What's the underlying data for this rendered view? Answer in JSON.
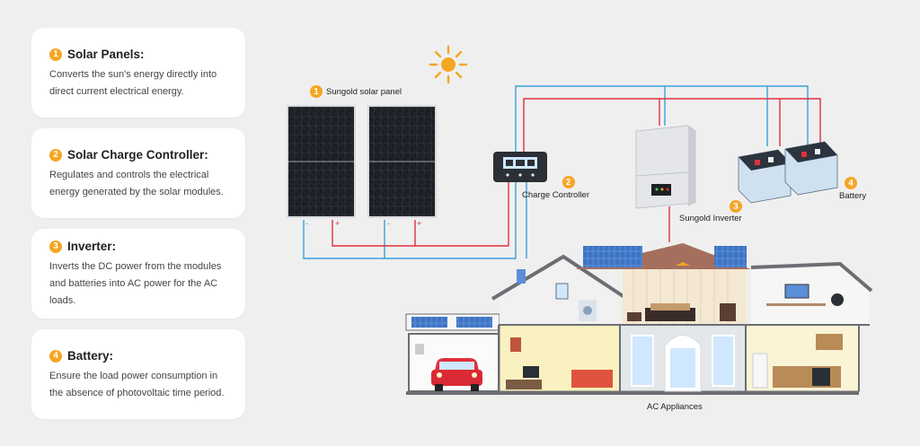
{
  "cards": [
    {
      "num": "1",
      "title": "Solar Panels:",
      "desc": "Converts the sun's energy directly into direct current electrical energy."
    },
    {
      "num": "2",
      "title": "Solar Charge Controller:",
      "desc": "Regulates and controls the electrical energy generated by the solar modules."
    },
    {
      "num": "3",
      "title": "Inverter:",
      "desc": " Inverts the DC power from the modules and batteries into AC power for the AC loads."
    },
    {
      "num": "4",
      "title": "Battery:",
      "desc": "Ensure the load power consumption in the absence of photovoltaic time period."
    }
  ],
  "diagram": {
    "panel_label": "Sungold solar panel",
    "panel_num": "1",
    "controller_label": "Charge Controller",
    "controller_num": "2",
    "inverter_label": "Sungold Inverter",
    "inverter_num": "3",
    "battery_label": "Battery",
    "battery_num": "4",
    "appliances_label": "AC Appliances",
    "plus_sign": "+",
    "minus_sign": "-"
  },
  "colors": {
    "accent": "#f5a623",
    "positive_wire": "#e0303e",
    "negative_wire": "#3aa0d8"
  }
}
